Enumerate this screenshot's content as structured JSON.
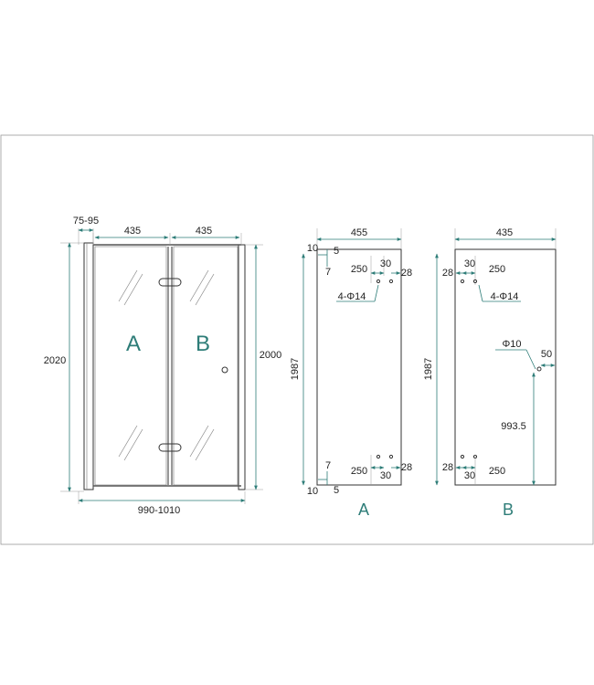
{
  "front": {
    "gap": "75-95",
    "panel_a_width": "435",
    "panel_b_width": "435",
    "total_height": "2020",
    "door_height": "2000",
    "total_width": "990-1010",
    "label_a": "A",
    "label_b": "B"
  },
  "detail_a": {
    "width": "455",
    "top_offset": "10",
    "top_hole_a": "5",
    "top_hole_b": "7",
    "hole_spacing": "250",
    "hole_gap": "30",
    "hole_edge": "28",
    "hole_spec": "4-Φ14",
    "height": "1987",
    "bottom_hole_a": "7",
    "bottom_spacing": "250",
    "bottom_gap": "30",
    "bottom_edge": "28",
    "bottom_offset": "10",
    "bottom_hole_b": "5",
    "title": "A"
  },
  "detail_b": {
    "width": "435",
    "hole_edge": "28",
    "hole_gap": "30",
    "hole_spacing": "250",
    "hole_spec": "4-Φ14",
    "handle_hole": "Φ10",
    "handle_offset": "50",
    "height": "1987",
    "handle_height": "993.5",
    "bottom_edge": "28",
    "bottom_gap": "30",
    "bottom_spacing": "250",
    "title": "B"
  }
}
